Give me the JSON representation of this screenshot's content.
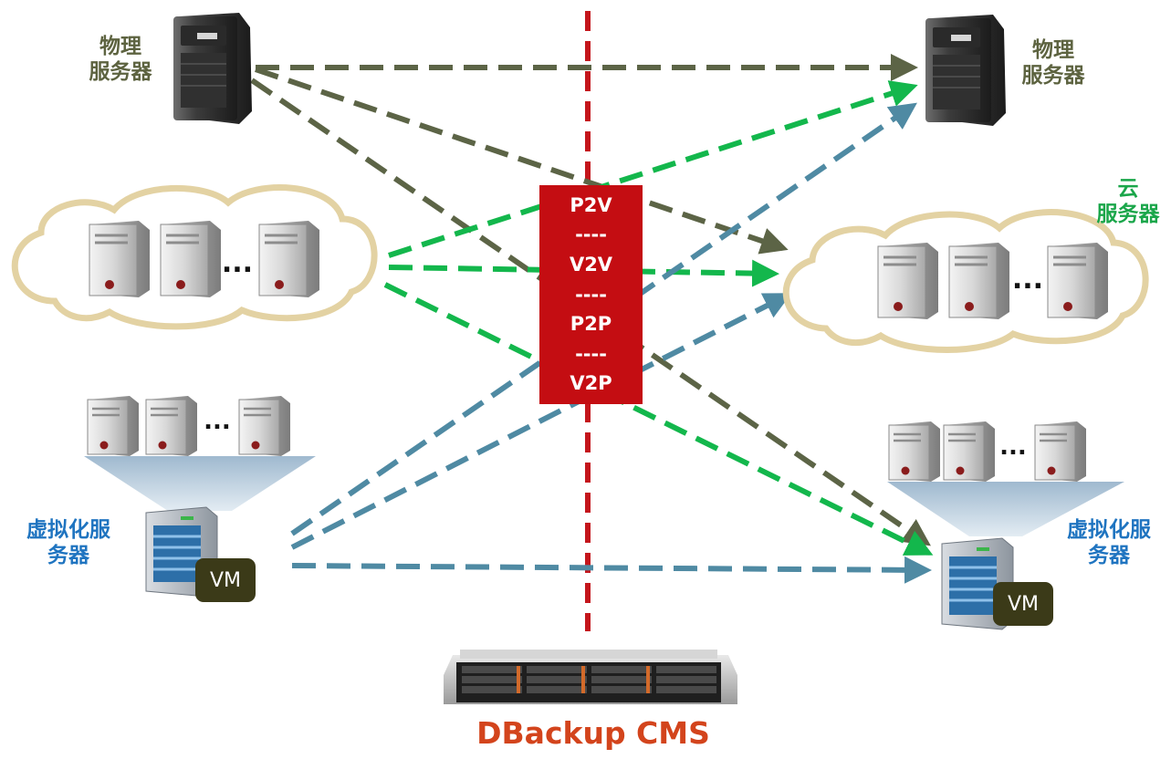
{
  "labels": {
    "physical_left": [
      "物理",
      "服务器"
    ],
    "physical_right": [
      "物理",
      "服务器"
    ],
    "cloud_right": [
      "云",
      "服务器"
    ],
    "virtual_left": [
      "虚拟化服",
      "务器"
    ],
    "virtual_right": [
      "虚拟化服",
      "务器"
    ]
  },
  "vm_label": "VM",
  "ellipsis": "...",
  "conversion_modes": [
    "P2V",
    "----",
    "V2V",
    "----",
    "P2P",
    "----",
    "V2P"
  ],
  "product": "DBackup CMS",
  "colors": {
    "physical_arrow": "#5c6446",
    "cloud_arrow": "#13b74c",
    "virtual_arrow": "#4f8aa3",
    "center_line": "#c4161c",
    "conversion_box": "#c40d12",
    "product_title": "#d3441c",
    "label_physical": "#5d6340",
    "label_cloud": "#1aa64a",
    "label_virtual": "#1f74c0",
    "vm_badge": "#3b3a18"
  }
}
